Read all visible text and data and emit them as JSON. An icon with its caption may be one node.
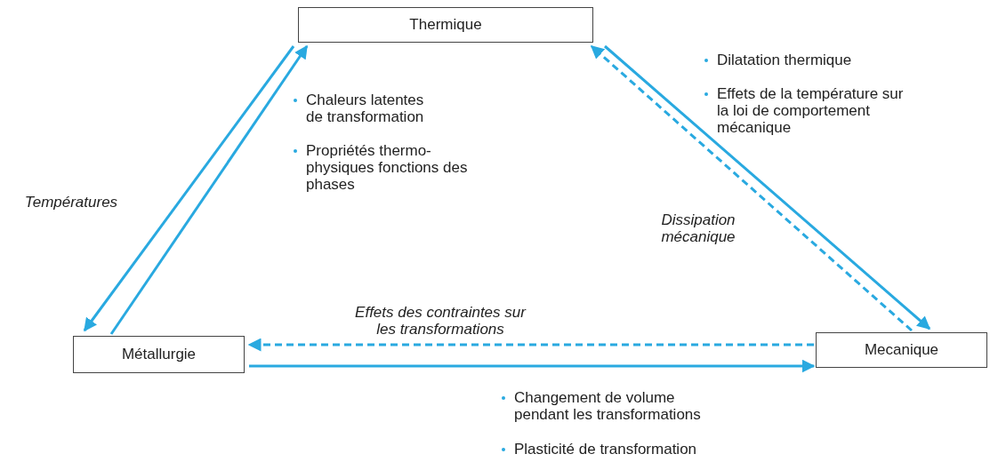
{
  "diagram": {
    "nodes": [
      {
        "text": [
          "Thermique"
        ]
      },
      {
        "text": [
          "Métallurgie"
        ]
      },
      {
        "text": [
          "Mecanique"
        ]
      }
    ],
    "edges": [
      {
        "from": 0,
        "to": 1,
        "arrow": "to",
        "label": "Températures"
      },
      {
        "from": 1,
        "to": 0,
        "arrow": "to"
      },
      {
        "from": 0,
        "to": 2,
        "arrow": "to"
      },
      {
        "from": 2,
        "to": 0,
        "arrow": "to",
        "style": "dashed",
        "label": "Dissipation mécanique"
      },
      {
        "from": 2,
        "to": 1,
        "arrow": "to",
        "style": "dashed",
        "label": "Effets des contraintes sur les transformations"
      },
      {
        "from": 1,
        "to": 2,
        "arrow": "to"
      }
    ],
    "labels": [
      "Chaleurs latentes de transformation",
      "Propriétés thermo-physiques fonctions des phases",
      "Dilatation thermique",
      "Effets de la température sur la loi de comportement mécanique",
      "Changement de volume pendant les transformations",
      "Plasticité de transformation"
    ]
  }
}
